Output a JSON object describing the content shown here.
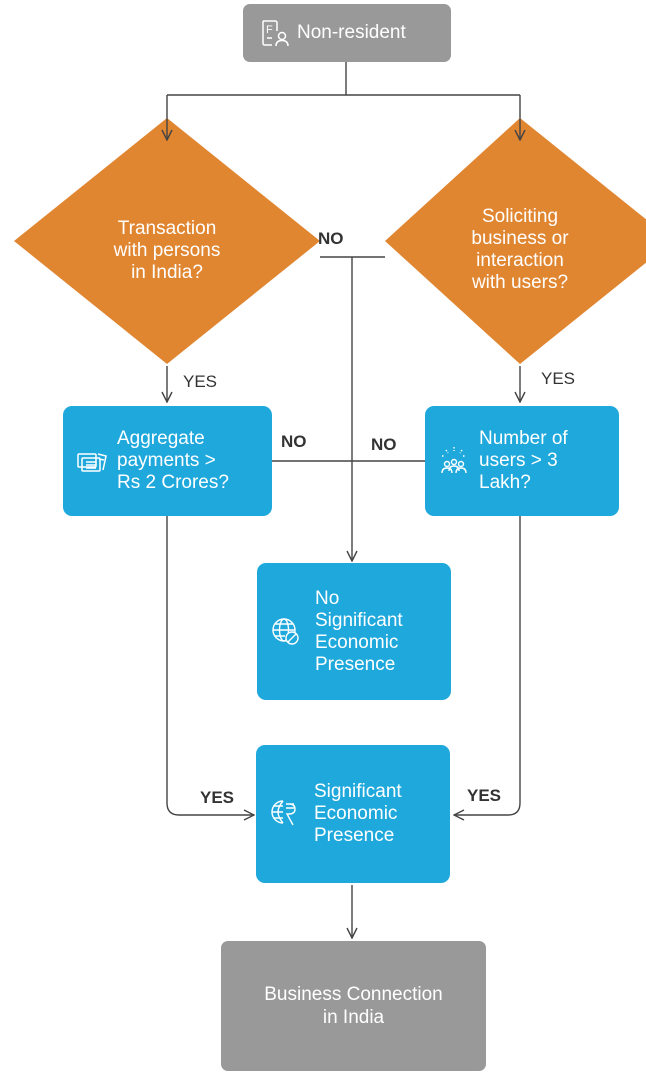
{
  "colors": {
    "process": "#1ea8dc",
    "decision": "#e08530",
    "terminal": "#999999",
    "connector": "#444444"
  },
  "nodes": {
    "start": {
      "label": "Non-resident",
      "icon": "document-person-icon"
    },
    "decision_transaction": {
      "label": "Transaction\nwith persons\nin India?"
    },
    "decision_soliciting": {
      "label": "Soliciting\nbusiness or\ninteraction\nwith users?"
    },
    "aggregate_payments": {
      "label": "Aggregate\npayments >\nRs 2 Crores?",
      "icon": "money-stack-icon"
    },
    "number_of_users": {
      "label": "Number of\nusers > 3\nLakh?",
      "icon": "users-group-icon"
    },
    "no_sep": {
      "label": "No\nSignificant\nEconomic\nPresence",
      "icon": "globe-blocked-icon"
    },
    "sep": {
      "label": "Significant\nEconomic\nPresence",
      "icon": "globe-rupee-icon"
    },
    "end": {
      "label": "Business Connection\nin India"
    }
  },
  "edge_labels": {
    "no_top": "NO",
    "yes_left": "YES",
    "yes_right": "YES",
    "no_mid_left": "NO",
    "no_mid_right": "NO",
    "yes_bottom_left": "YES",
    "yes_bottom_right": "YES"
  }
}
